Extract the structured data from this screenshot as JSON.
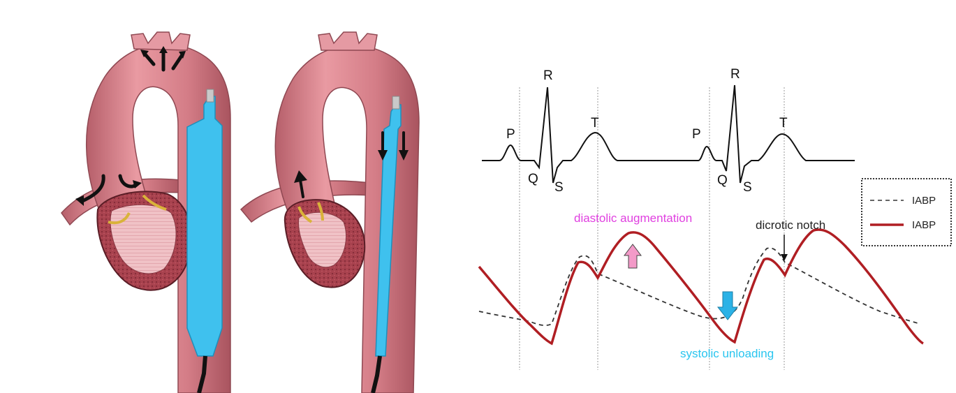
{
  "ecg_labels": {
    "p1": "P",
    "q1": "Q",
    "r1": "R",
    "s1": "S",
    "t1": "T",
    "p2": "P",
    "q2": "Q",
    "r2": "R",
    "s2": "S",
    "t2": "T"
  },
  "annotations": {
    "diastolic_augmentation": "diastolic augmentation",
    "dicrotic_notch": "dicrotic notch",
    "systolic_unloading": "systolic unloading"
  },
  "legend": {
    "items": [
      {
        "label": "IABP",
        "style": "dashed",
        "color": "#333333"
      },
      {
        "label": "IABP",
        "style": "solid",
        "color": "#b01e23"
      }
    ]
  },
  "colors": {
    "aorta": "#d9868f",
    "aorta_dark": "#a9545f",
    "balloon": "#3fc1ee",
    "heart": "#a8424e",
    "valve": "#d9b33a",
    "augmentation_arrow": "#f39ac8",
    "unloading_arrow": "#2bb2e6",
    "magenta_text": "#e040e0",
    "cyan_text": "#29c5ef",
    "pressure_solid": "#b01e23",
    "pressure_dashed": "#333333"
  },
  "icons": {
    "flow_arrows": "black-flow-arrow-icon",
    "augmentation": "pink-up-arrow-icon",
    "unloading": "blue-down-arrow-icon",
    "notch_pointer": "down-arrow-icon"
  }
}
